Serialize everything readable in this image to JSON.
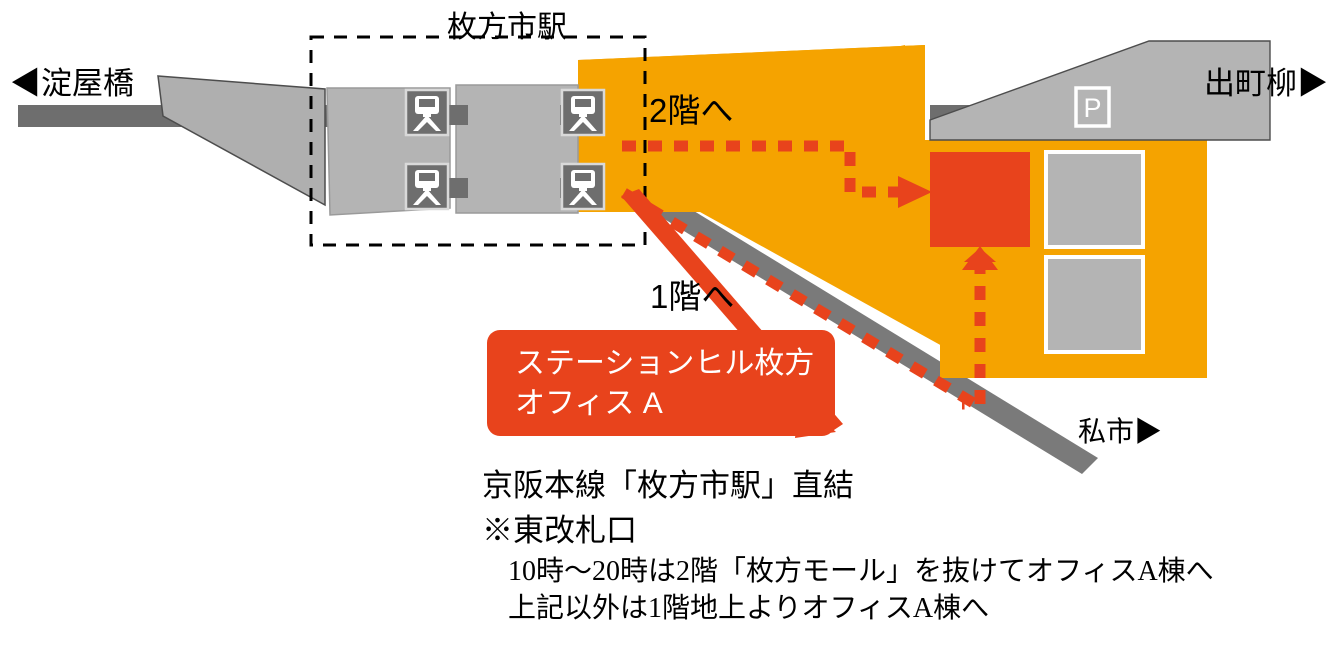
{
  "map": {
    "title_station": "枚方市駅",
    "direction_left": "◀淀屋橋",
    "direction_right": "出町柳▶",
    "direction_branch": "私市▶",
    "route_2f_label": "2階へ",
    "route_1f_label": "1階へ",
    "parking_icon_label": "P",
    "train_icon_label": "train-icon"
  },
  "callout": {
    "line1": "ステーションヒル枚方",
    "line2": "オフィス A"
  },
  "notes": {
    "line1": "京阪本線「枚方市駅」直結",
    "line2": "※東改札口",
    "line3": "10時〜20時は2階「枚方モール」を抜けてオフィスA棟へ",
    "line4": "上記以外は1階地上よりオフィスA棟へ"
  },
  "colors": {
    "orange_block": "#F5A300",
    "red_building": "#E8431C",
    "route_red": "#E8431C",
    "rail_gray": "#6E6E6E",
    "building_gray": "#B4B4B4",
    "platform_gray": "#AFAFAF",
    "text_black": "#000000",
    "white": "#FFFFFF"
  }
}
